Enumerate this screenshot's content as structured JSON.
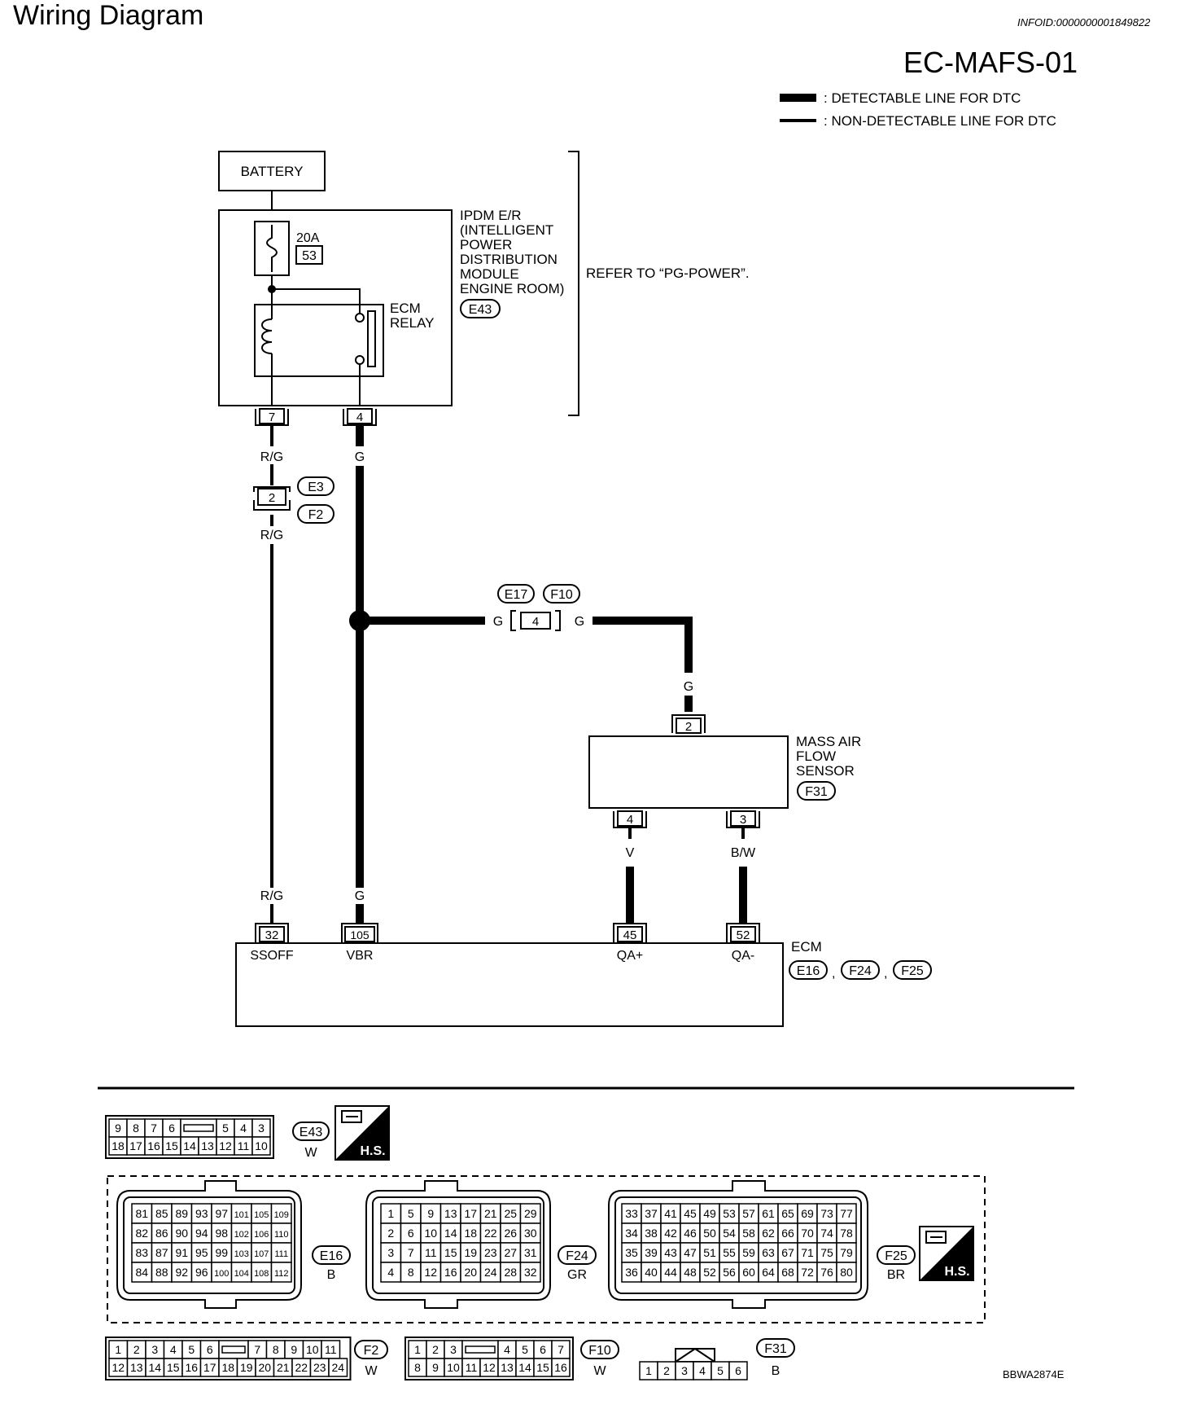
{
  "header": {
    "title": "Wiring Diagram",
    "info_id": "INFOID:0000000001849822",
    "diagram_code": "EC-MAFS-01"
  },
  "legend": {
    "detectable": ": DETECTABLE LINE FOR DTC",
    "non_detectable": ": NON-DETECTABLE LINE FOR DTC"
  },
  "battery": {
    "label": "BATTERY"
  },
  "ipdm": {
    "lines": [
      "IPDM E/R",
      "(INTELLIGENT",
      "POWER",
      "DISTRIBUTION",
      "MODULE",
      "ENGINE ROOM)"
    ],
    "connector": "E43",
    "fuse_rating": "20A",
    "fuse_number": "53",
    "relay_lines": [
      "ECM",
      "RELAY"
    ],
    "refer_note": "REFER TO “PG-POWER”.",
    "terminal_left": "7",
    "terminal_right": "4"
  },
  "wires": {
    "rg": "R/G",
    "g": "G",
    "v": "V",
    "bw": "B/W"
  },
  "junction_e3f2": {
    "pin": "2",
    "conn_a": "E3",
    "conn_b": "F2"
  },
  "junction_e17f10": {
    "pin": "4",
    "conn_a": "E17",
    "conn_b": "F10"
  },
  "maf": {
    "lines": [
      "MASS AIR",
      "FLOW",
      "SENSOR"
    ],
    "connector": "F31",
    "pin_top": "2",
    "pin_left": "4",
    "pin_right": "3"
  },
  "ecm": {
    "label": "ECM",
    "connectors": [
      "E16",
      "F24",
      "F25"
    ],
    "sep": ",",
    "pins": [
      {
        "pin": "32",
        "label": "SSOFF"
      },
      {
        "pin": "105",
        "label": "VBR"
      },
      {
        "pin": "45",
        "label": "QA+"
      },
      {
        "pin": "52",
        "label": "QA-"
      }
    ]
  },
  "connector_views": {
    "e43": {
      "id": "E43",
      "color": "W",
      "top": [
        "9",
        "8",
        "7",
        "6",
        "",
        "5",
        "4",
        "3"
      ],
      "bottom": [
        "18",
        "17",
        "16",
        "15",
        "14",
        "13",
        "12",
        "11",
        "10"
      ]
    },
    "e16": {
      "id": "E16",
      "color": "B",
      "rows": [
        [
          "81",
          "85",
          "89",
          "93",
          "97",
          "101",
          "105",
          "109"
        ],
        [
          "82",
          "86",
          "90",
          "94",
          "98",
          "102",
          "106",
          "110"
        ],
        [
          "83",
          "87",
          "91",
          "95",
          "99",
          "103",
          "107",
          "111"
        ],
        [
          "84",
          "88",
          "92",
          "96",
          "100",
          "104",
          "108",
          "112"
        ]
      ]
    },
    "f24": {
      "id": "F24",
      "color": "GR",
      "rows": [
        [
          "1",
          "5",
          "9",
          "13",
          "17",
          "21",
          "25",
          "29"
        ],
        [
          "2",
          "6",
          "10",
          "14",
          "18",
          "22",
          "26",
          "30"
        ],
        [
          "3",
          "7",
          "11",
          "15",
          "19",
          "23",
          "27",
          "31"
        ],
        [
          "4",
          "8",
          "12",
          "16",
          "20",
          "24",
          "28",
          "32"
        ]
      ]
    },
    "f25": {
      "id": "F25",
      "color": "BR",
      "rows": [
        [
          "33",
          "37",
          "41",
          "45",
          "49",
          "53",
          "57",
          "61",
          "65",
          "69",
          "73",
          "77"
        ],
        [
          "34",
          "38",
          "42",
          "46",
          "50",
          "54",
          "58",
          "62",
          "66",
          "70",
          "74",
          "78"
        ],
        [
          "35",
          "39",
          "43",
          "47",
          "51",
          "55",
          "59",
          "63",
          "67",
          "71",
          "75",
          "79"
        ],
        [
          "36",
          "40",
          "44",
          "48",
          "52",
          "56",
          "60",
          "64",
          "68",
          "72",
          "76",
          "80"
        ]
      ]
    },
    "f2": {
      "id": "F2",
      "color": "W",
      "top": [
        "1",
        "2",
        "3",
        "4",
        "5",
        "6",
        "",
        "7",
        "8",
        "9",
        "10",
        "11"
      ],
      "bottom": [
        "12",
        "13",
        "14",
        "15",
        "16",
        "17",
        "18",
        "19",
        "20",
        "21",
        "22",
        "23",
        "24"
      ]
    },
    "f10": {
      "id": "F10",
      "color": "W",
      "top": [
        "1",
        "2",
        "3",
        "",
        "4",
        "5",
        "6",
        "7"
      ],
      "bottom": [
        "8",
        "9",
        "10",
        "11",
        "12",
        "13",
        "14",
        "15",
        "16"
      ]
    },
    "f31": {
      "id": "F31",
      "color": "B",
      "pins": [
        "1",
        "2",
        "3",
        "4",
        "5",
        "6"
      ]
    },
    "hs_label": "H.S."
  },
  "figure_code": "BBWA2874E"
}
